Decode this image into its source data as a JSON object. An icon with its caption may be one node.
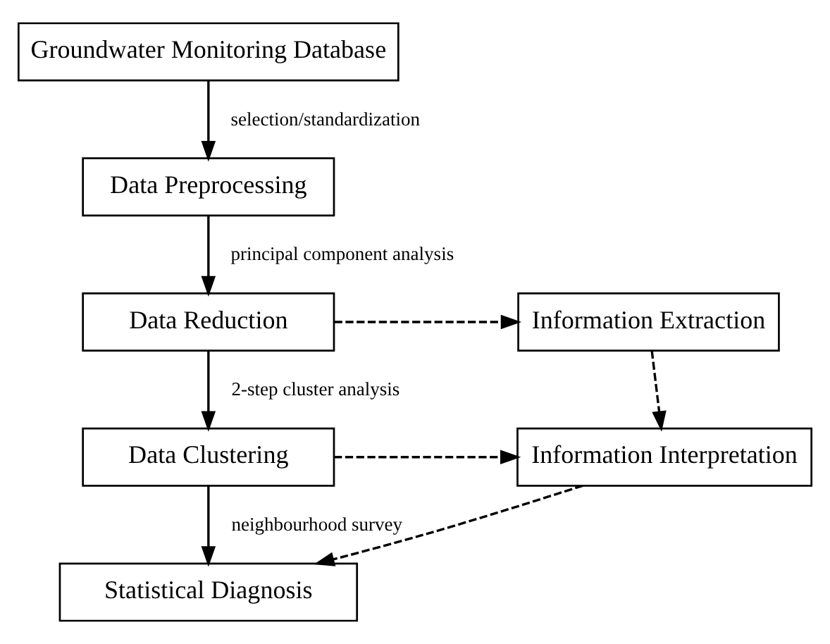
{
  "diagram": {
    "nodes": [
      {
        "text": [
          "Groundwater Monitoring Database"
        ]
      },
      {
        "text": [
          "Data Preprocessing"
        ]
      },
      {
        "text": [
          "Data Reduction"
        ]
      },
      {
        "text": [
          "Information Extraction"
        ]
      },
      {
        "text": [
          "Data Clustering"
        ]
      },
      {
        "text": [
          "Information Interpretation"
        ]
      },
      {
        "text": [
          "Statistical Diagnosis"
        ]
      }
    ],
    "edges": [
      {
        "from": 0,
        "to": 1,
        "arrow": "to",
        "label": "selection/standardization"
      },
      {
        "from": 1,
        "to": 2,
        "arrow": "to",
        "label": "principal component analysis"
      },
      {
        "from": 2,
        "to": 3,
        "arrow": "to",
        "style": "dashed"
      },
      {
        "from": 2,
        "to": 4,
        "arrow": "to",
        "label": "2-step cluster analysis"
      },
      {
        "from": 3,
        "to": 5,
        "arrow": "to",
        "style": "dashed"
      },
      {
        "from": 4,
        "to": 5,
        "arrow": "to",
        "style": "dashed"
      },
      {
        "from": 4,
        "to": 6,
        "arrow": "to",
        "label": "neighbourhood survey"
      },
      {
        "from": 5,
        "to": 6,
        "arrow": "to",
        "style": "dashed"
      }
    ]
  }
}
